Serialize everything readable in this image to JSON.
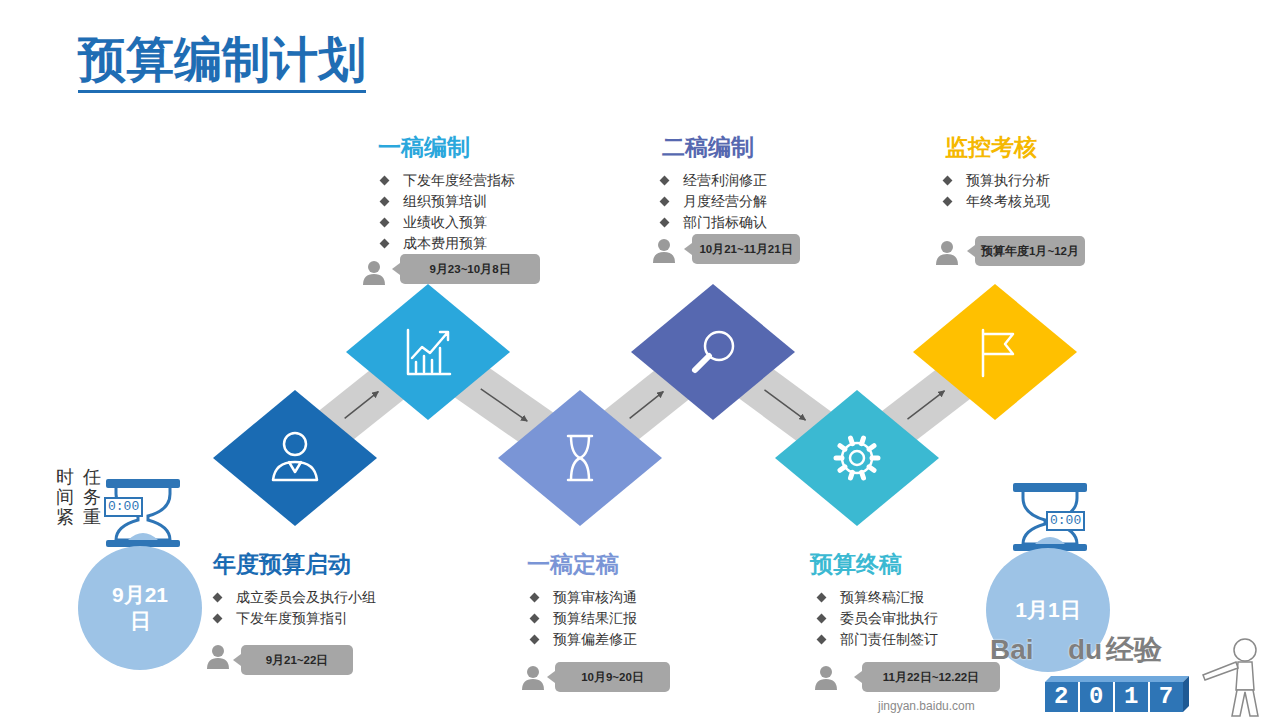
{
  "diagram": {
    "title": "预算编制计划",
    "nodes": [
      {
        "text": [
          "9月21日"
        ]
      },
      {
        "text": [
          "年度预算启动",
          "成立委员会及执行小组",
          "下发年度预算指引"
        ]
      },
      {
        "text": [
          "9月21~22日"
        ]
      },
      {
        "text": [
          "一稿编制",
          "下发年度经营指标",
          "组织预算培训",
          "业绩收入预算",
          "成本费用预算"
        ]
      },
      {
        "text": [
          "9月23~10月8日"
        ]
      },
      {
        "text": [
          "一稿定稿",
          "预算审核沟通",
          "预算结果汇报",
          "预算偏差修正"
        ]
      },
      {
        "text": [
          "10月9~20日"
        ]
      },
      {
        "text": [
          "二稿编制",
          "经营利润修正",
          "月度经营分解",
          "部门指标确认"
        ]
      },
      {
        "text": [
          "10月21~11月21日"
        ]
      },
      {
        "text": [
          "预算终稿",
          "预算终稿汇报",
          "委员会审批执行",
          "部门责任制签订"
        ]
      },
      {
        "text": [
          "11月22日~12.22日"
        ]
      },
      {
        "text": [
          "监控考核",
          "预算执行分析",
          "年终考核兑现"
        ]
      },
      {
        "text": [
          "预算年度1月~12月"
        ]
      },
      {
        "text": [
          "1月1日"
        ]
      }
    ],
    "edges": [
      {
        "from": 1,
        "to": 3,
        "arrow": "to"
      },
      {
        "from": 3,
        "to": 5,
        "arrow": "to"
      },
      {
        "from": 5,
        "to": 7,
        "arrow": "to"
      },
      {
        "from": 7,
        "to": 9,
        "arrow": "to"
      },
      {
        "from": 9,
        "to": 11,
        "arrow": "to"
      }
    ],
    "labels": [
      "时间紧",
      "任务重",
      "0:00",
      "0:00",
      "Bai",
      "du",
      "经验",
      "jingyan.baidu.com",
      "2017"
    ]
  }
}
